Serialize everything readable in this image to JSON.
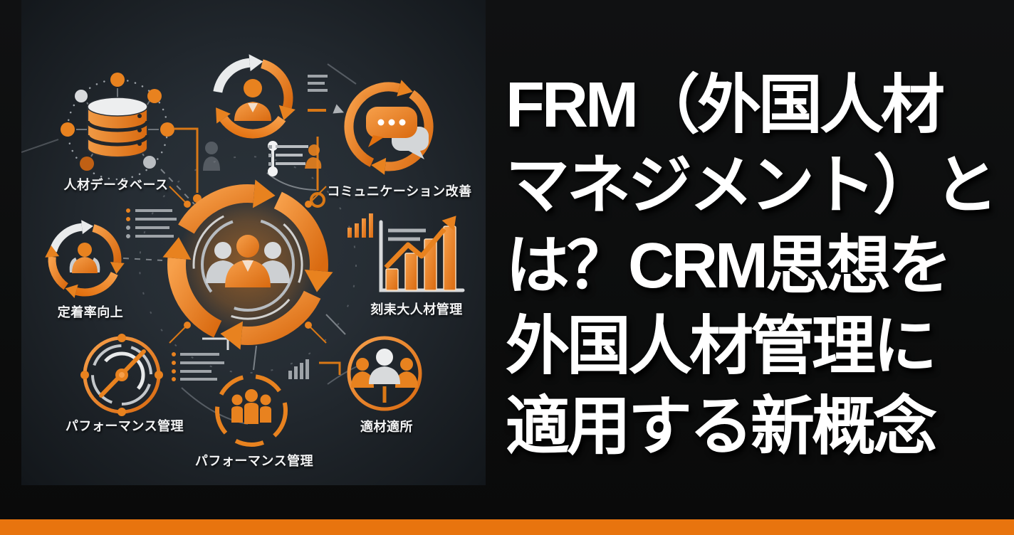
{
  "headline": {
    "lines": [
      "FRM（外国人材",
      "マネジメント）と",
      "は？CRM思想を",
      "外国人材管理に",
      "適用する新概念"
    ]
  },
  "infographic": {
    "nodes": [
      {
        "id": "database",
        "label": "人材データベース"
      },
      {
        "id": "communication",
        "label": "コミュニケーション改善"
      },
      {
        "id": "retention",
        "label": "定着率向上"
      },
      {
        "id": "growth-chart",
        "label": "刻耒大人材管理"
      },
      {
        "id": "gauge",
        "label": "パフォーマンス管理"
      },
      {
        "id": "team-circle",
        "label": "パフォーマンス管理"
      },
      {
        "id": "placement",
        "label": "適材適所"
      }
    ]
  },
  "colors": {
    "accent_orange": "#E8821F",
    "deep_orange": "#D96A10",
    "bottom_bar": "#E8740E",
    "panel_bg": "#262D34",
    "page_bg": "#0C0D0D",
    "text": "#FFFFFF",
    "gray_icon": "#C9CDD1"
  }
}
